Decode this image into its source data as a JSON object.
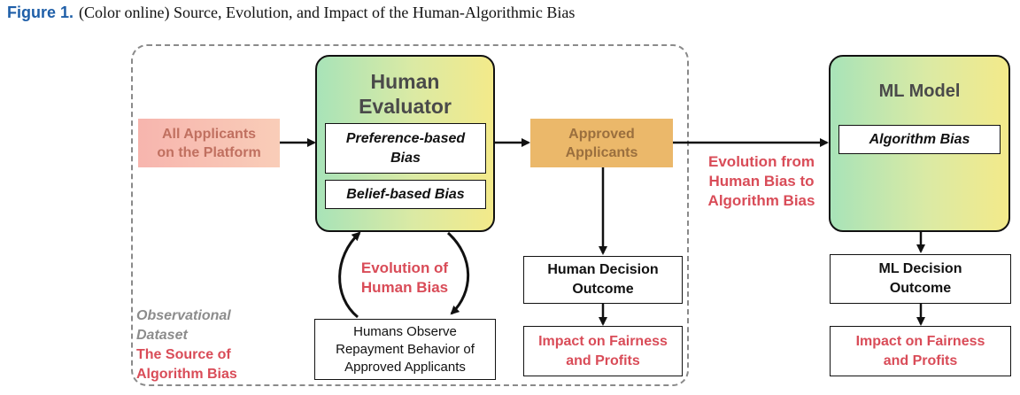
{
  "caption": {
    "figure_label": "Figure 1.",
    "text": "(Color online) Source, Evolution, and Impact of the Human-Algorithmic Bias"
  },
  "all_applicants": {
    "line1": "All Applicants",
    "line2": "on the Platform"
  },
  "human_evaluator": {
    "title1": "Human",
    "title2": "Evaluator",
    "preference_bias1": "Preference-based",
    "preference_bias2": "Bias",
    "belief_bias": "Belief-based Bias"
  },
  "approved_applicants": {
    "line1": "Approved",
    "line2": "Applicants"
  },
  "evolution_human": {
    "line1": "Evolution of",
    "line2": "Human Bias"
  },
  "observe": {
    "line1": "Humans Observe",
    "line2": "Repayment Behavior of",
    "line3": "Approved Applicants"
  },
  "human_decision": {
    "line1": "Human Decision",
    "line2": "Outcome"
  },
  "human_impact": {
    "line1": "Impact on Fairness",
    "line2": "and Profits"
  },
  "evolution_algo": {
    "line1": "Evolution from",
    "line2": "Human Bias to",
    "line3": "Algorithm Bias"
  },
  "ml_model": {
    "title": "ML Model",
    "algorithm_bias": "Algorithm Bias"
  },
  "ml_decision": {
    "line1": "ML Decision",
    "line2": "Outcome"
  },
  "ml_impact": {
    "line1": "Impact on Fairness",
    "line2": "and Profits"
  },
  "dataset_label": {
    "line1": "Observational",
    "line2": "Dataset",
    "line3": "The Source of",
    "line4": "Algorithm Bias"
  },
  "colors": {
    "accent_red": "#d94c58",
    "caption_blue": "#1f5fa8",
    "approved_fill": "#ebb86a",
    "applicants_fill": "#f7b5ae",
    "gradient_green": "#a8e3b8",
    "gradient_yellow": "#f3ea8a"
  }
}
